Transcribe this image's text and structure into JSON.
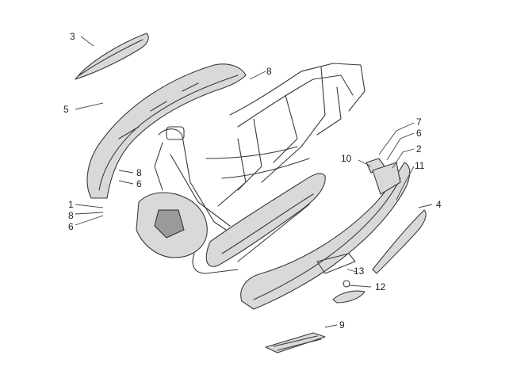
{
  "callouts": [
    {
      "id": "c3",
      "label": "3"
    },
    {
      "id": "c5",
      "label": "5"
    },
    {
      "id": "c8a",
      "label": "8"
    },
    {
      "id": "c8b",
      "label": "8"
    },
    {
      "id": "c6a",
      "label": "6"
    },
    {
      "id": "c1",
      "label": "1"
    },
    {
      "id": "c8c",
      "label": "8"
    },
    {
      "id": "c6b",
      "label": "6"
    },
    {
      "id": "c7",
      "label": "7"
    },
    {
      "id": "c6c",
      "label": "6"
    },
    {
      "id": "c2",
      "label": "2"
    },
    {
      "id": "c10",
      "label": "10"
    },
    {
      "id": "c11",
      "label": "11"
    },
    {
      "id": "c4",
      "label": "4"
    },
    {
      "id": "c13",
      "label": "13"
    },
    {
      "id": "c12",
      "label": "12"
    },
    {
      "id": "c9",
      "label": "9"
    }
  ]
}
